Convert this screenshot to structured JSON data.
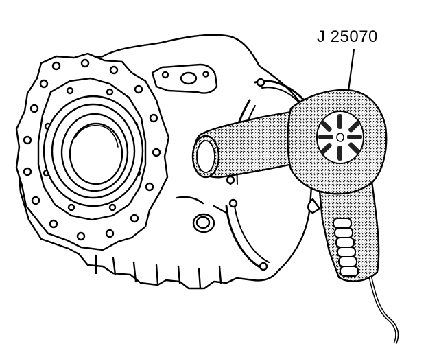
{
  "figure": {
    "tool_callout": "J 25070",
    "components": [
      "transfer-case-housing",
      "heat-gun"
    ],
    "colors": {
      "ink": "#000000",
      "paper": "#ffffff",
      "stipple": "#9a9a9a"
    }
  }
}
